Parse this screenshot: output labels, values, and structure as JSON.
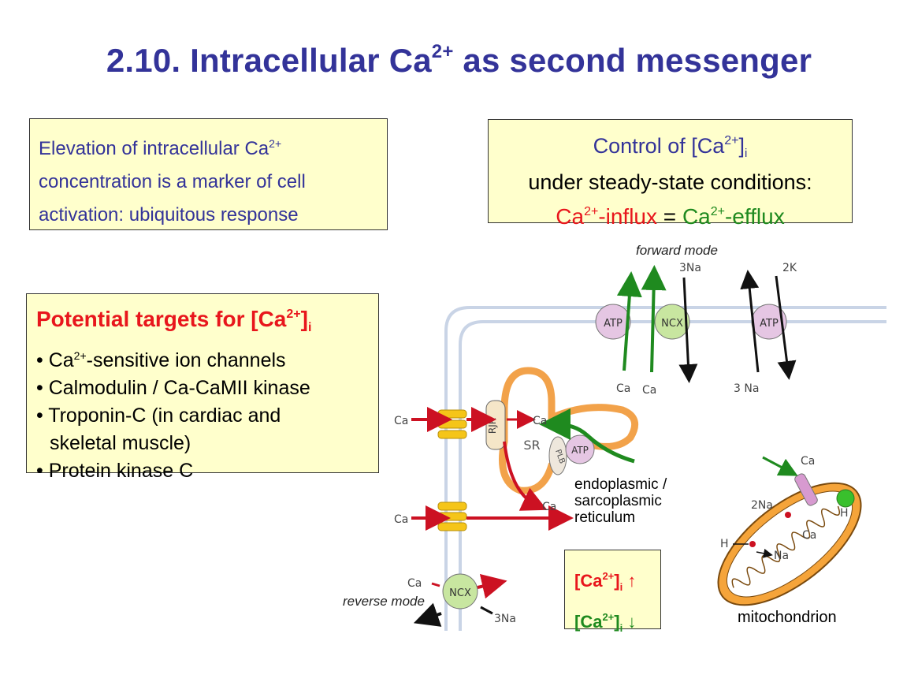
{
  "title": {
    "pre": "2.10. Intracellular Ca",
    "sup": "2+",
    "post": " as second messenger"
  },
  "elevation_box": {
    "l1_pre": "Elevation of intracellular Ca",
    "l1_sup": "2+",
    "l2": "concentration is a marker of cell",
    "l3": "activation: ubiquitous response"
  },
  "control_box": {
    "l1_pre": "Control of [Ca",
    "l1_sup": "2+",
    "l1_mid": "]",
    "l1_sub": "i",
    "l2": "under steady-state conditions:",
    "influx_pre": "Ca",
    "influx_sup": "2+",
    "influx_post": "-influx",
    "eq": " = ",
    "efflux_pre": "Ca",
    "efflux_sup": "2+",
    "efflux_post": "-efflux"
  },
  "targets_box": {
    "head_pre": "Potential targets for [Ca",
    "head_sup": "2+",
    "head_mid": "]",
    "head_sub": "i",
    "items": [
      {
        "pre": "• Ca",
        "sup": "2+",
        "post": "-sensitive ion channels"
      },
      {
        "text": "• Calmodulin / Ca-CaMII kinase"
      },
      {
        "text": "• Troponin-C (in cardiac and"
      },
      {
        "text": "  skeletal muscle)"
      },
      {
        "text": "• Protein kinase C"
      }
    ]
  },
  "legend_box": {
    "up_pre": "[Ca",
    "up_sup": "2+",
    "up_mid": "]",
    "up_sub": "i",
    "up_arrow": " ↑",
    "down_pre": "[Ca",
    "down_sup": "2+",
    "down_mid": "]",
    "down_sub": "i",
    "down_arrow": " ↓"
  },
  "diagram": {
    "forward_mode": "forward mode",
    "reverse_mode": "reverse mode",
    "er_label": [
      "endoplasmic /",
      "sarcoplasmic",
      "reticulum"
    ],
    "mito_label": "mitochondrion",
    "pumps": {
      "atp": "ATP",
      "ncx": "NCX",
      "rjr": "RJR",
      "plb": "PLB",
      "sr": "SR"
    },
    "small_labels": {
      "na3_top": "3Na",
      "k2": "2K",
      "ca1": "Ca",
      "ca2": "Ca",
      "na3_mid": "3 Na",
      "ca_left1": "Ca",
      "ca_left2": "Ca",
      "ca_sr": "Ca",
      "ca_release": "Ca",
      "ca_rev": "Ca",
      "na3_rev": "3Na",
      "ca_mito": "Ca",
      "na2": "2Na",
      "ca_mito2": "Ca",
      "h1": "H",
      "h2": "H",
      "na_mito": "Na"
    }
  },
  "colors": {
    "title": "#333399",
    "red": "#e8161c",
    "green": "#1f8a1f",
    "box_bg": "#ffffcc"
  }
}
